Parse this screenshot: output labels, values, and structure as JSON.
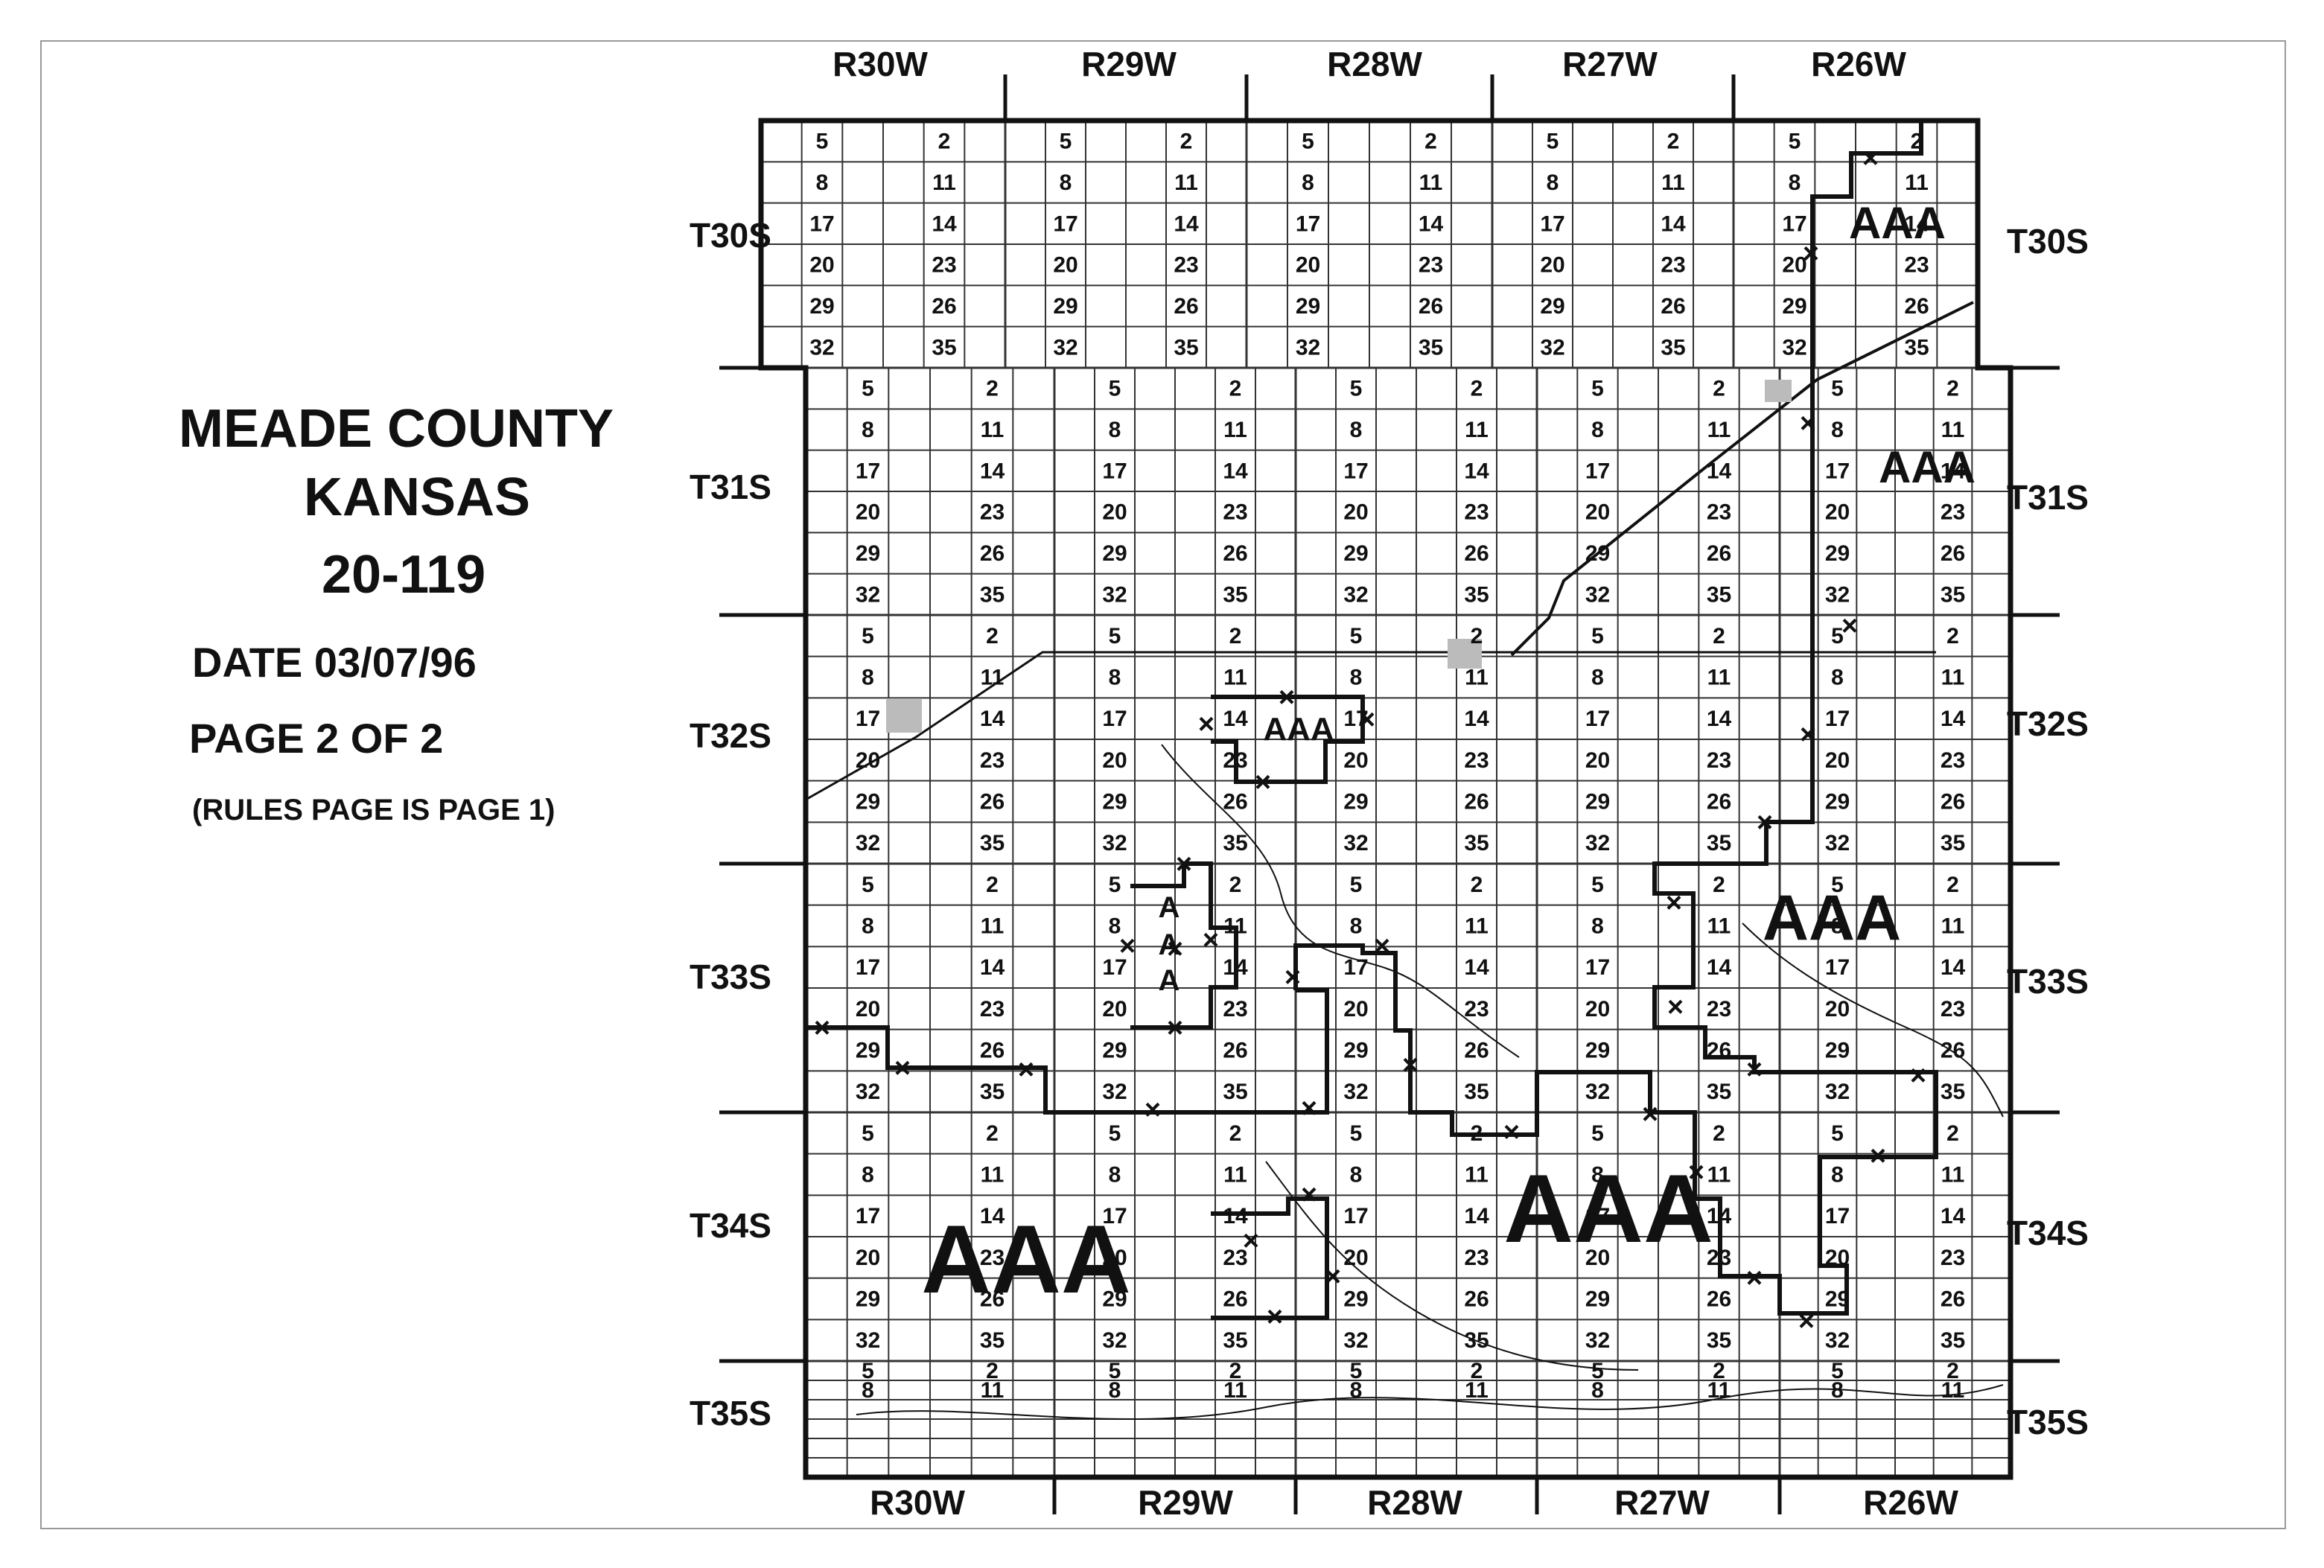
{
  "map": {
    "county": "MEADE COUNTY",
    "state": "KANSAS",
    "code": "20-119",
    "date": "DATE 03/07/96",
    "page": "PAGE 2 OF 2",
    "rules_note": "(RULES PAGE IS PAGE 1)"
  },
  "ranges": [
    "R30W",
    "R29W",
    "R28W",
    "R27W",
    "R26W"
  ],
  "townships": [
    "T30S",
    "T31S",
    "T32S",
    "T33S",
    "T34S",
    "T35S"
  ],
  "section_labels": [
    "5",
    "2",
    "8",
    "11",
    "17",
    "14",
    "20",
    "23",
    "29",
    "26",
    "32",
    "35"
  ],
  "zone_label": "AAA",
  "zone_marker": "×",
  "colors": {
    "ink": "#111111",
    "grid": "#333333",
    "frame": "#999999",
    "paper": "#ffffff",
    "shade": "#bbbbbb"
  }
}
